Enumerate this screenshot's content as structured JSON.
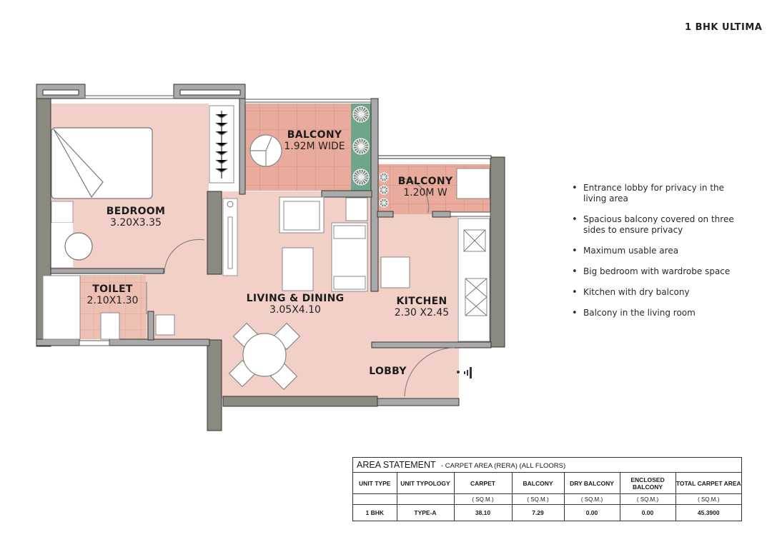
{
  "title": "1 BHK ULTIMA",
  "rooms": {
    "bedroom": {
      "name": "BEDROOM",
      "dim": "3.20X3.35"
    },
    "balcony_main": {
      "name": "BALCONY",
      "dim": "1.92M WIDE"
    },
    "balcony_dry": {
      "name": "BALCONY",
      "dim": "1.20M W"
    },
    "toilet": {
      "name": "TOILET",
      "dim": "2.10X1.30"
    },
    "living": {
      "name": "LIVING & DINING",
      "dim": "3.05X4.10"
    },
    "kitchen": {
      "name": "KITCHEN",
      "dim": "2.30 X2.45"
    },
    "lobby": {
      "name": "LOBBY"
    }
  },
  "features": [
    "Entrance lobby for privacy in the living area",
    "Spacious balcony covered on three sides to ensure privacy",
    "Maximum usable area",
    "Big bedroom with wardrobe space",
    "Kitchen with dry balcony",
    "Balcony in the living room"
  ],
  "area_statement": {
    "title": "AREA STATEMENT",
    "subtitle": "- CARPET AREA (RERA) (ALL FLOORS)",
    "columns": [
      "UNIT TYPE",
      "UNIT TYPOLOGY",
      "CARPET",
      "BALCONY",
      "DRY BALCONY",
      "ENCLOSED BALCONY",
      "TOTAL CARPET AREA"
    ],
    "units": [
      "",
      "",
      "( SQ.M.)",
      "( SQ.M.)",
      "( SQ.M.)",
      "( SQ.M.)",
      "( SQ.M.)"
    ],
    "rows": [
      [
        "1 BHK",
        "TYPE-A",
        "38.10",
        "7.29",
        "0.00",
        "0.00",
        "45.3900"
      ]
    ]
  },
  "colors": {
    "floor": "#f2d0c8",
    "tile": "#e8a898",
    "wall_dark": "#8a8a80",
    "wall_light": "#a8a8a8",
    "planter": "#6fa58a"
  }
}
